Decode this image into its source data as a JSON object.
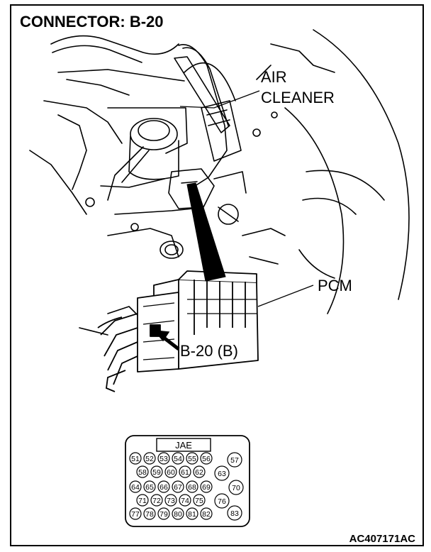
{
  "title": "CONNECTOR: B-20",
  "labels": {
    "air_cleaner_line1": "AIR",
    "air_cleaner_line2": "CLEANER",
    "pcm": "PCM",
    "connector_ref": "B-20 (B)"
  },
  "connector_face": {
    "type_label": "JAE",
    "rows": [
      [
        "51",
        "52",
        "53",
        "54",
        "55",
        "56"
      ],
      [
        "58",
        "59",
        "60",
        "61",
        "62"
      ],
      [
        "64",
        "65",
        "66",
        "67",
        "68",
        "69"
      ],
      [
        "71",
        "72",
        "73",
        "74",
        "75"
      ],
      [
        "77",
        "78",
        "79",
        "80",
        "81",
        "82"
      ]
    ],
    "side_pins": [
      "57",
      "63",
      "70",
      "76",
      "83"
    ]
  },
  "figure_code": "AC407171AC"
}
